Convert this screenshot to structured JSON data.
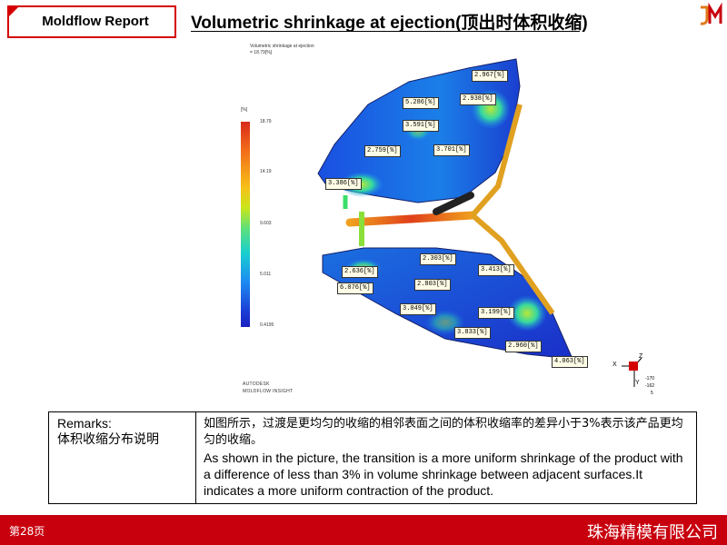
{
  "header": {
    "report_tag": "Moldflow Report",
    "title": "Volumetric shrinkage at ejection(顶出时体积收缩)",
    "logo_text": "JM"
  },
  "result_plot": {
    "result_title": "Volumetric shrinkage at ejection",
    "result_value": "= 18.79[%]",
    "legend_unit": "[%]",
    "legend_ticks": [
      "18.79",
      "14.19",
      "9.603",
      "5.011",
      "0.4195"
    ],
    "brand_line1": "AUTODESK",
    "brand_line2": "MOLDFLOW INSIGHT",
    "tags": [
      "2.967[%]",
      "2.938[%]",
      "5.286[%]",
      "3.591[%]",
      "2.759[%]",
      "3.701[%]",
      "3.386[%]",
      "2.303[%]",
      "2.636[%]",
      "3.413[%]",
      "6.076[%]",
      "2.803[%]",
      "3.049[%]",
      "3.199[%]",
      "3.833[%]",
      "2.960[%]",
      "4.063[%]"
    ],
    "triad": {
      "x": "X",
      "y": "Y",
      "z": "Z",
      "readout": [
        "-170",
        "-162",
        "5"
      ]
    },
    "colors": {
      "high": "#d92b1b",
      "mid": "#7fe05a",
      "low": "#1a1fc0",
      "runner": "#d9a81c"
    }
  },
  "remarks": {
    "heading": "Remarks:",
    "subheading": "体积收缩分布说明",
    "cn_text": "如图所示，过渡是更均匀的收缩的相邻表面之间的体积收缩率的差异小于3%表示该产品更均匀的收缩。",
    "en_text": "As shown in the picture, the transition is a more uniform shrinkage of the product with a difference of less than 3% in volume shrinkage between adjacent surfaces.It indicates a more uniform contraction of the product."
  },
  "footer": {
    "page": "第28页",
    "company": "珠海精模有限公司",
    "color": "#c8000e"
  }
}
